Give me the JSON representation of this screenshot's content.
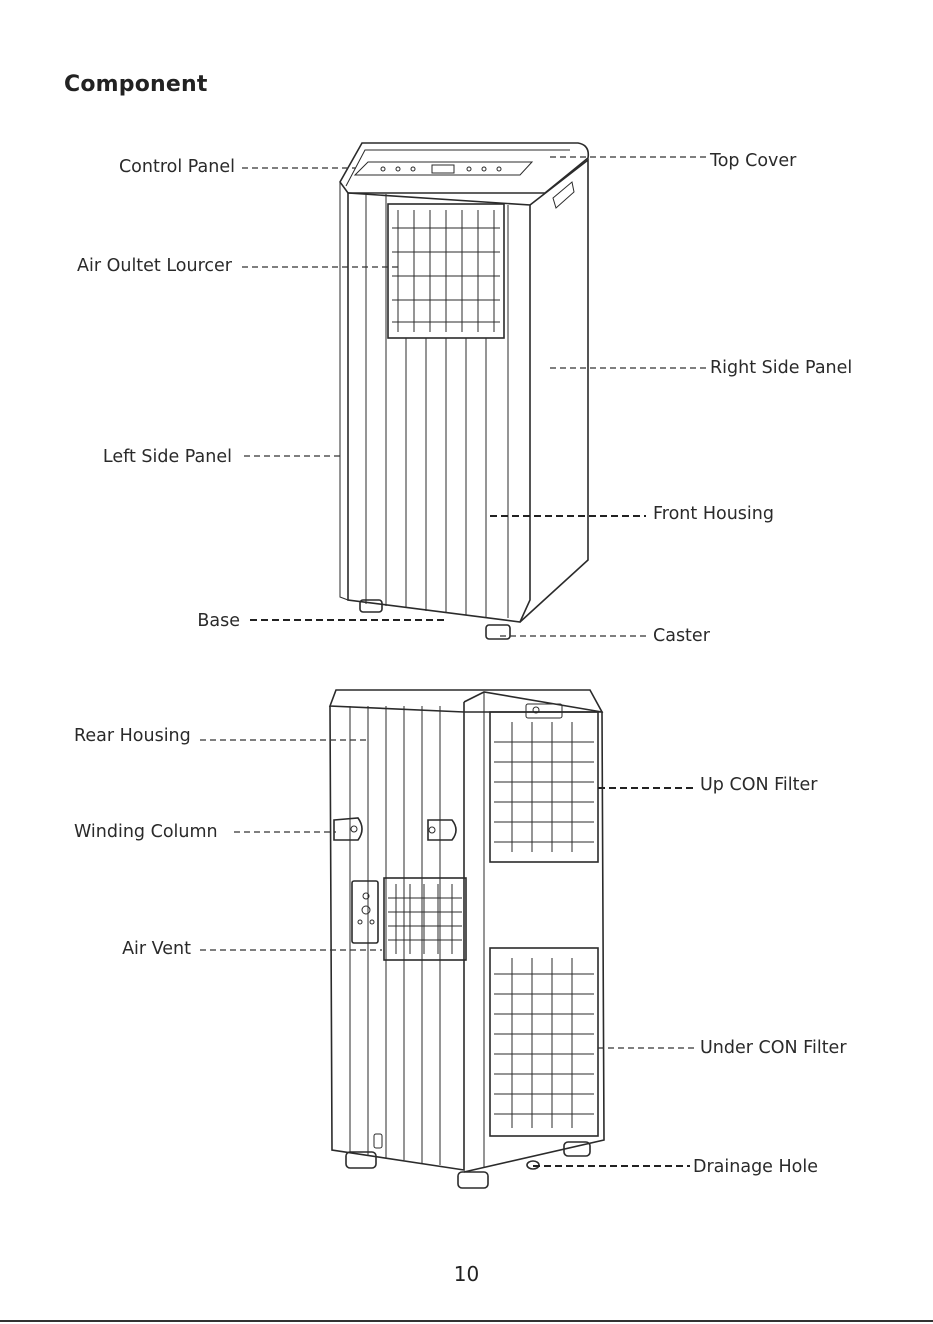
{
  "heading": "Component",
  "front_labels": {
    "control_panel": "Control Panel",
    "air_outlet_louver": "Air Oultet Lourcer",
    "left_side_panel": "Left Side Panel",
    "base": "Base",
    "top_cover": "Top Cover",
    "right_side_panel": "Right Side Panel",
    "front_housing": "Front Housing",
    "caster": "Caster"
  },
  "rear_labels": {
    "rear_housing": "Rear Housing",
    "winding_column": "Winding Column",
    "air_vent": "Air Vent",
    "up_con_filter": "Up CON Filter",
    "under_con_filter": "Under CON Filter",
    "drainage_hole": "Drainage Hole"
  },
  "page_number": "10"
}
